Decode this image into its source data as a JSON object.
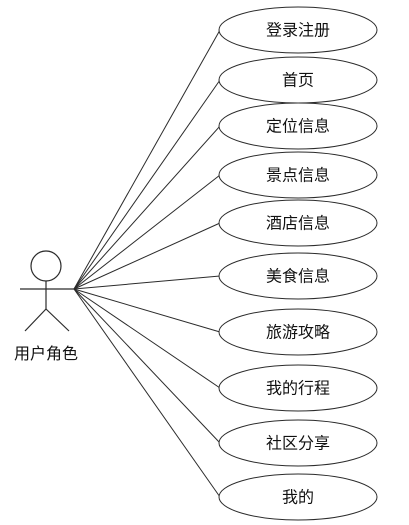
{
  "actor": {
    "label": "用户角色"
  },
  "use_cases": [
    {
      "id": "uc-login",
      "label": "登录注册"
    },
    {
      "id": "uc-home",
      "label": "首页"
    },
    {
      "id": "uc-location",
      "label": "定位信息"
    },
    {
      "id": "uc-attractions",
      "label": "景点信息"
    },
    {
      "id": "uc-hotels",
      "label": "酒店信息"
    },
    {
      "id": "uc-food",
      "label": "美食信息"
    },
    {
      "id": "uc-guides",
      "label": "旅游攻略"
    },
    {
      "id": "uc-itinerary",
      "label": "我的行程"
    },
    {
      "id": "uc-community",
      "label": "社区分享"
    },
    {
      "id": "uc-mine",
      "label": "我的"
    }
  ]
}
